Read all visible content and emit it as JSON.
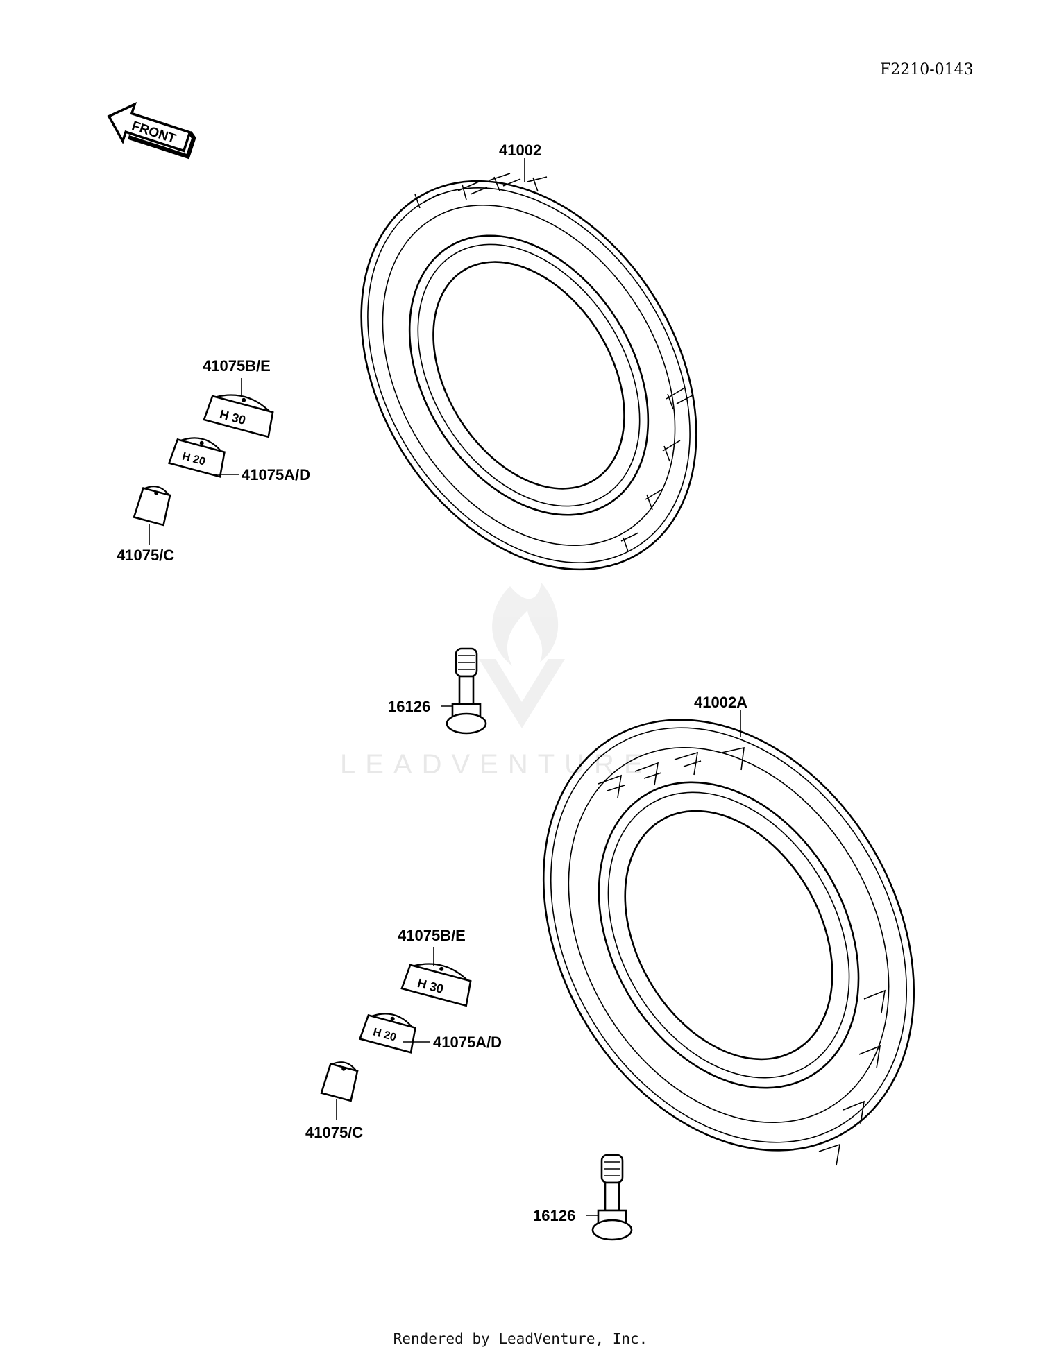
{
  "drawing_code": "F2210-0143",
  "front_arrow_label": "FRONT",
  "watermark_text": "LEADVENTURE",
  "footer": "Rendered by LeadVenture, Inc.",
  "parts": {
    "tire_front": "41002",
    "tire_rear": "41002A",
    "weight_be_upper": "41075B/E",
    "weight_ad_upper": "41075A/D",
    "weight_c_upper": "41075/C",
    "weight_be_lower": "41075B/E",
    "weight_ad_lower": "41075A/D",
    "weight_c_lower": "41075/C",
    "valve_upper": "16126",
    "valve_lower": "16126"
  },
  "weight_markings": {
    "b_upper": "H 30",
    "a_upper": "H 20",
    "b_lower": "H 30",
    "a_lower": "H 20"
  }
}
